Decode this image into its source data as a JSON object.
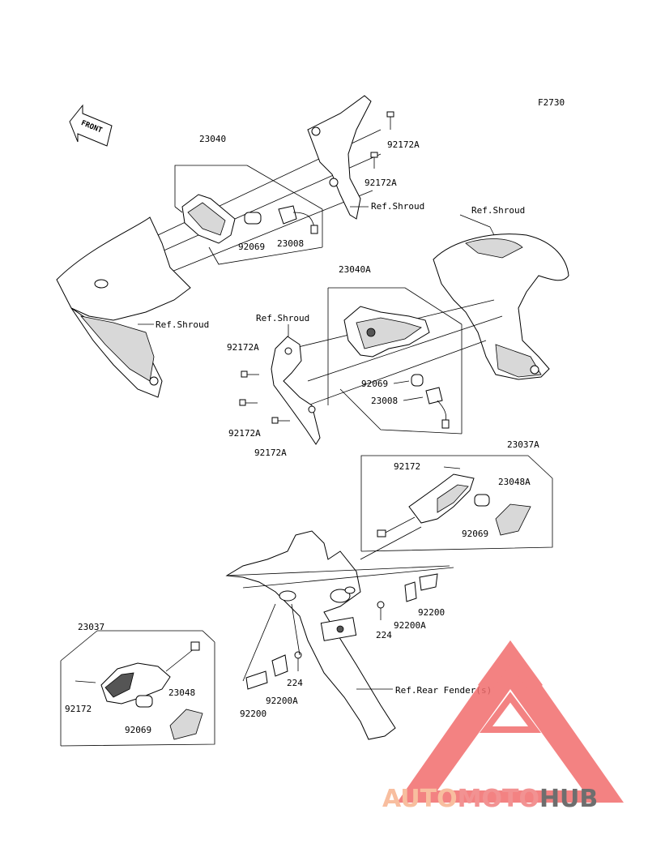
{
  "figure_code": "F2730",
  "front_label": "FRONT",
  "labels": {
    "p23040": "23040",
    "p92172A_a": "92172A",
    "p92172A_b": "92172A",
    "ref_shroud_top": "Ref.Shroud",
    "ref_shroud_right": "Ref.Shroud",
    "p92069_a": "92069",
    "p23008_a": "23008",
    "ref_shroud_left": "Ref.Shroud",
    "p23040A": "23040A",
    "ref_shroud_mid": "Ref.Shroud",
    "p92172A_c": "92172A",
    "p92069_b": "92069",
    "p23008_b": "23008",
    "p92172A_d": "92172A",
    "p92172A_e": "92172A",
    "p23037A": "23037A",
    "p92172_a": "92172",
    "p23048A": "23048A",
    "p92069_c": "92069",
    "p92200_a": "92200",
    "p224_a": "224",
    "p92200A_a": "92200A",
    "p23037": "23037",
    "p224_b": "224",
    "p23048": "23048",
    "ref_rear_fender": "Ref.Rear Fender(s)",
    "p92172_b": "92172",
    "p92069_d": "92069",
    "p92200A_b": "92200A",
    "p92200_b": "92200"
  },
  "watermark": {
    "part1": "AUTO",
    "part2": "MOTO",
    "part3": "HUB",
    "color_light": "#f7b38f",
    "color_mid": "#f08080",
    "color_dark": "#555555",
    "triangle_color": "#f26d6d"
  }
}
